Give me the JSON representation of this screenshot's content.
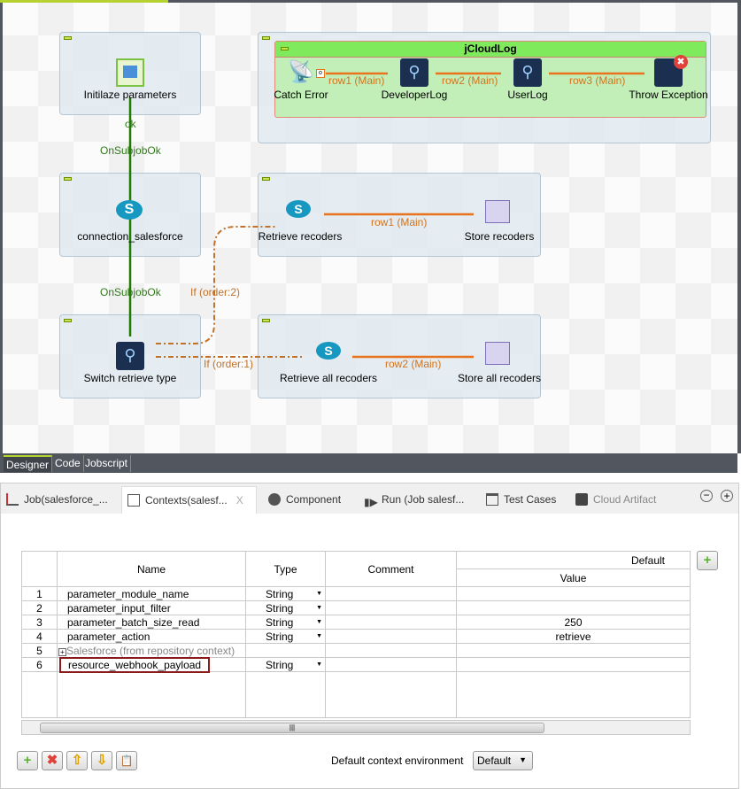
{
  "canvas": {
    "subjob_cloud": {
      "title": "jCloudLog"
    },
    "components": {
      "init": "Initilaze parameters",
      "conn": "connection_salesforce",
      "switch": "Switch retrieve type",
      "catch": "Catch Error",
      "devlog": "DeveloperLog",
      "userlog": "UserLog",
      "throw": "Throw Exception",
      "retrieve": "Retrieve recoders",
      "store": "Store recoders",
      "retrieve_all": "Retrieve all recoders",
      "store_all": "Store all recoders"
    },
    "links": {
      "ok": "ok",
      "subjob1": "OnSubjobOk",
      "subjob2": "OnSubjobOk",
      "row1_cloud": "row1 (Main)",
      "row2_cloud": "row2 (Main)",
      "row3_cloud": "row3 (Main)",
      "row1": "row1 (Main)",
      "row2": "row2 (Main)",
      "if2": "If (order:2)",
      "if1": "If (order:1)"
    }
  },
  "designer_tabs": [
    "Designer",
    "Code",
    "Jobscript"
  ],
  "panel_tabs": [
    "Job(salesforce_...",
    "Contexts(salesf...",
    "Component",
    "Run (Job salesf...",
    "Test Cases",
    "Cloud Artifact"
  ],
  "panel_tab_close": "X",
  "table": {
    "headers": {
      "name": "Name",
      "type": "Type",
      "comment": "Comment",
      "default": "Default",
      "value": "Value"
    },
    "rows": [
      {
        "n": "1",
        "name": "parameter_module_name",
        "type": "String",
        "value": ""
      },
      {
        "n": "2",
        "name": "parameter_input_filter",
        "type": "String",
        "value": ""
      },
      {
        "n": "3",
        "name": "parameter_batch_size_read",
        "type": "String",
        "value": "250"
      },
      {
        "n": "4",
        "name": "parameter_action",
        "type": "String",
        "value": "retrieve"
      },
      {
        "n": "5",
        "name": "Salesforce (from repository context)",
        "type": "",
        "value": ""
      },
      {
        "n": "6",
        "name": "resource_webhook_payload",
        "type": "String",
        "value": ""
      }
    ]
  },
  "footer": {
    "env_label": "Default context environment",
    "env_value": "Default"
  },
  "colors": {
    "accent": "#b5d22e",
    "row_link": "#e8731c",
    "trigger": "#1f7a00",
    "highlight": "#8b1a1a"
  }
}
